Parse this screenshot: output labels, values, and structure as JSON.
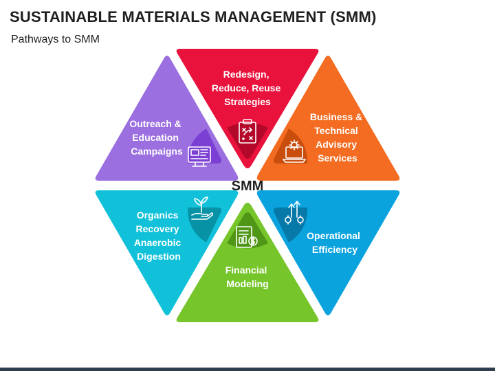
{
  "header": {
    "title": "SUSTAINABLE MATERIALS MANAGEMENT (SMM)",
    "subtitle": "Pathways to SMM"
  },
  "diagram": {
    "center": "SMM",
    "segments": [
      {
        "id": "redesign",
        "lines": [
          "Redesign,",
          "Reduce, Reuse",
          "Strategies"
        ],
        "color": "#e8123c",
        "tab_color": "#b3082a",
        "icon": "clipboard-strategy-icon"
      },
      {
        "id": "business",
        "lines": [
          "Business &",
          "Technical",
          "Advisory",
          "Services"
        ],
        "color": "#f36c21",
        "tab_color": "#c94d0c",
        "icon": "laptop-gear-icon"
      },
      {
        "id": "operational",
        "lines": [
          "Operational",
          "Efficiency"
        ],
        "color": "#0aa3de",
        "tab_color": "#0779a8",
        "icon": "gears-arrows-icon"
      },
      {
        "id": "financial",
        "lines": [
          "Financial",
          "Modeling"
        ],
        "color": "#76c52b",
        "tab_color": "#4f9616",
        "icon": "financial-report-icon"
      },
      {
        "id": "organics",
        "lines": [
          "Organics",
          "Recovery",
          "Anaerobic",
          "Digestion"
        ],
        "color": "#10c1d9",
        "tab_color": "#0892a6",
        "icon": "hand-plant-icon"
      },
      {
        "id": "outreach",
        "lines": [
          "Outreach &",
          "Education",
          "Campaigns"
        ],
        "color": "#9b6fe0",
        "tab_color": "#7c3fd4",
        "icon": "monitor-presentation-icon"
      }
    ]
  }
}
